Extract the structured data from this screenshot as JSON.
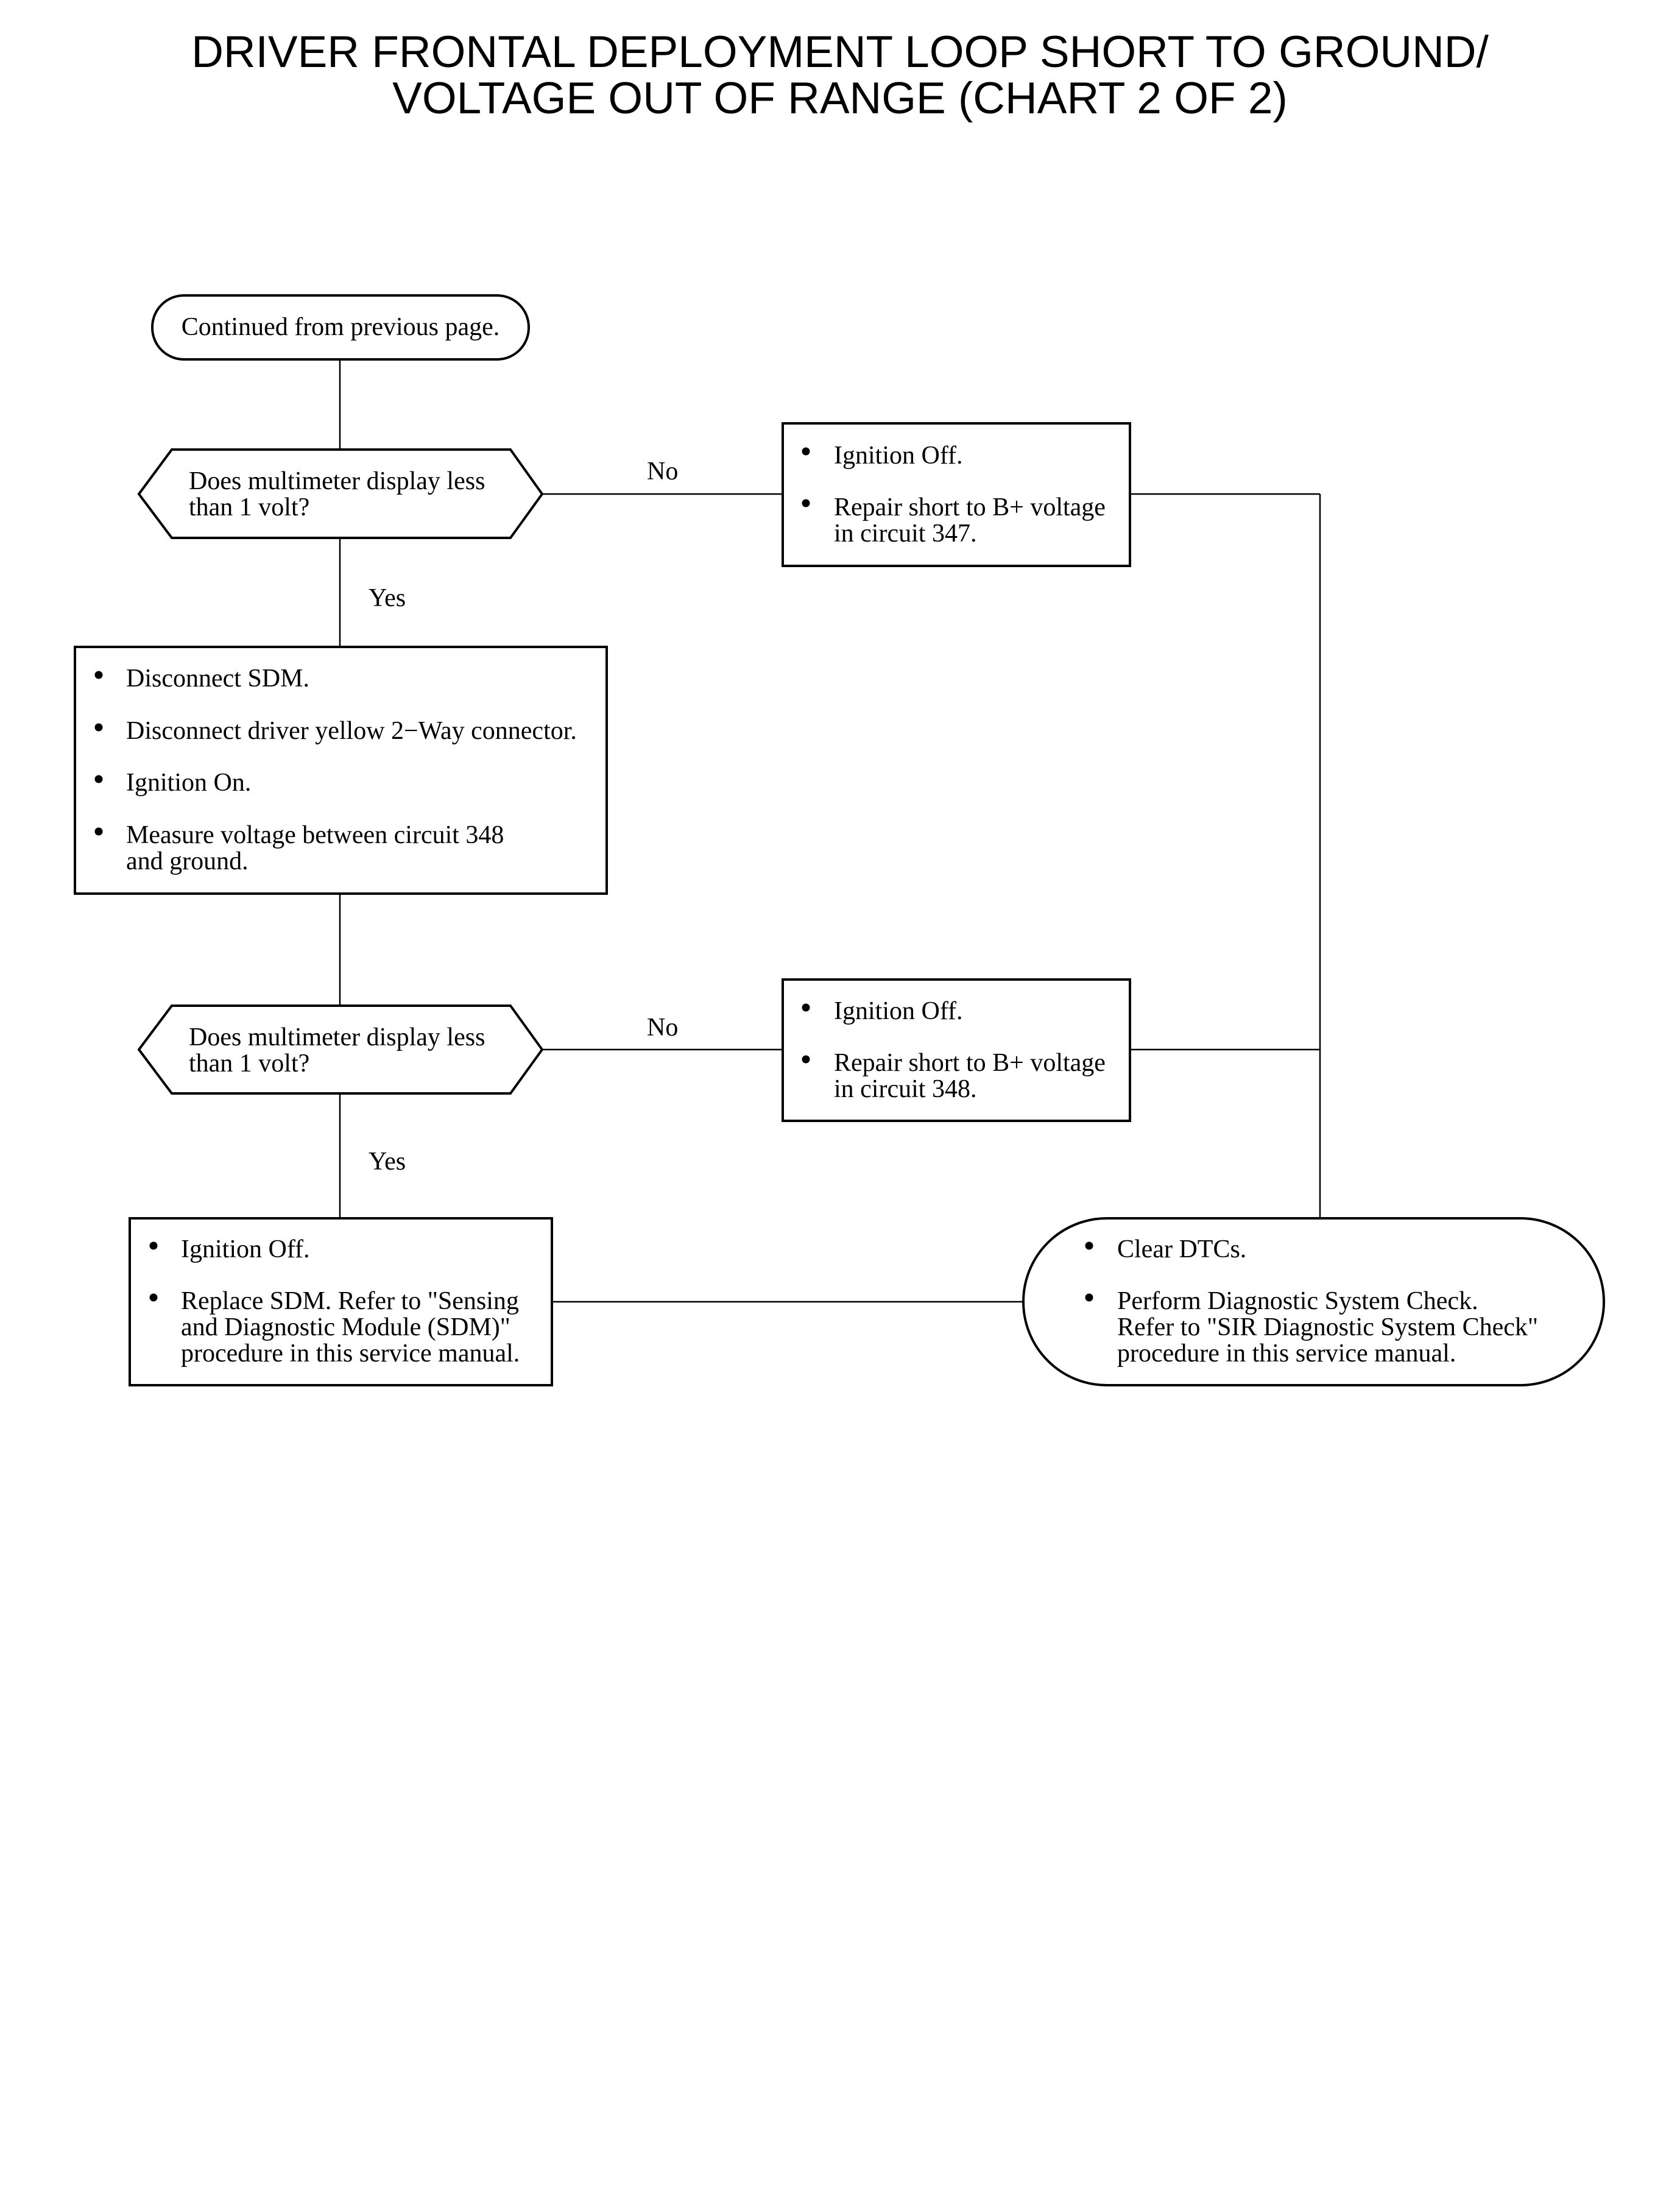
{
  "title": {
    "line1": "DRIVER FRONTAL DEPLOYMENT LOOP SHORT TO GROUND/",
    "line2": "VOLTAGE OUT OF RANGE (CHART 2 OF 2)"
  },
  "start": {
    "text": "Continued from previous page."
  },
  "decision1": {
    "line1": "Does multimeter display less",
    "line2": "than 1 volt?"
  },
  "decision2": {
    "line1": "Does multimeter display less",
    "line2": "than 1 volt?"
  },
  "labels": {
    "no1": "No",
    "yes1": "Yes",
    "no2": "No",
    "yes2": "Yes"
  },
  "action_no1": {
    "b1": "Ignition Off.",
    "b2_line1": "Repair short to B+ voltage",
    "b2_line2": "in circuit 347."
  },
  "action_yes1": {
    "b1": "Disconnect SDM.",
    "b2": "Disconnect driver yellow 2−Way connector.",
    "b3": "Ignition On.",
    "b4_line1": "Measure voltage between circuit 348",
    "b4_line2": "and ground."
  },
  "action_no2": {
    "b1": "Ignition Off.",
    "b2_line1": "Repair short to B+ voltage",
    "b2_line2": "in circuit 348."
  },
  "action_yes2": {
    "b1": "Ignition Off.",
    "b2_line1": "Replace SDM.  Refer to \"Sensing",
    "b2_line2": "and Diagnostic Module (SDM)\"",
    "b2_line3": "procedure in this service manual."
  },
  "end": {
    "b1": "Clear DTCs.",
    "b2_line1": "Perform Diagnostic System Check.",
    "b2_line2": "Refer to \"SIR Diagnostic System Check\"",
    "b2_line3": "procedure in this service manual."
  }
}
